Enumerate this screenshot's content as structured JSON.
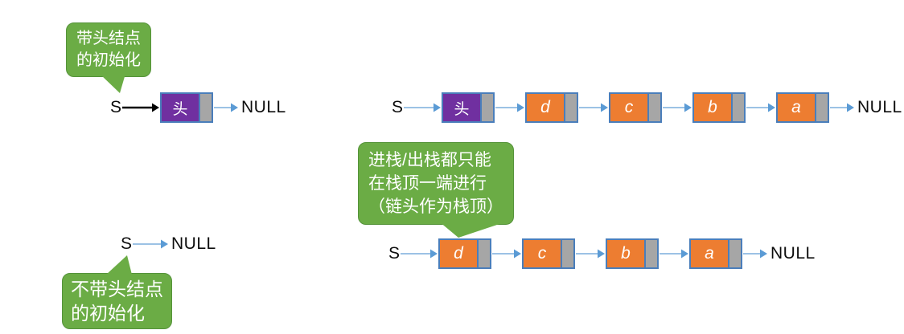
{
  "bubbles": {
    "head_init": {
      "lines": [
        "带头结点",
        "的初始化"
      ]
    },
    "push_pop": {
      "lines": [
        "进栈/出栈都只能",
        "在栈顶一端进行",
        "（链头作为栈顶）"
      ]
    },
    "no_head_init": {
      "lines": [
        "不带头结点",
        "的初始化"
      ]
    }
  },
  "rows": {
    "head_initialized": {
      "pointer": "S",
      "pointer_arrow": "black",
      "nodes": [
        {
          "label": "头",
          "type": "head"
        }
      ],
      "terminal": "NULL"
    },
    "stack_with_head": {
      "pointer": "S",
      "pointer_arrow": "blue",
      "nodes": [
        {
          "label": "头",
          "type": "head"
        },
        {
          "label": "d",
          "type": "data"
        },
        {
          "label": "c",
          "type": "data"
        },
        {
          "label": "b",
          "type": "data"
        },
        {
          "label": "a",
          "type": "data"
        }
      ],
      "terminal": "NULL"
    },
    "empty_no_head": {
      "pointer": "S",
      "pointer_arrow": "blue",
      "nodes": [],
      "terminal": "NULL"
    },
    "stack_no_head": {
      "pointer": "S",
      "pointer_arrow": "blue",
      "nodes": [
        {
          "label": "d",
          "type": "data"
        },
        {
          "label": "c",
          "type": "data"
        },
        {
          "label": "b",
          "type": "data"
        },
        {
          "label": "a",
          "type": "data"
        }
      ],
      "terminal": "NULL"
    }
  },
  "colors": {
    "head_fill": "#7030a0",
    "data_fill": "#ed7d31",
    "pointer_fill": "#a6a6a6",
    "box_border": "#4a7ebb",
    "arrow_blue": "#5b9bd5",
    "arrow_blue_line": "#9cc2e5",
    "arrow_black": "#000000",
    "bubble_fill": "#6bac45",
    "bubble_border": "#55933a"
  }
}
